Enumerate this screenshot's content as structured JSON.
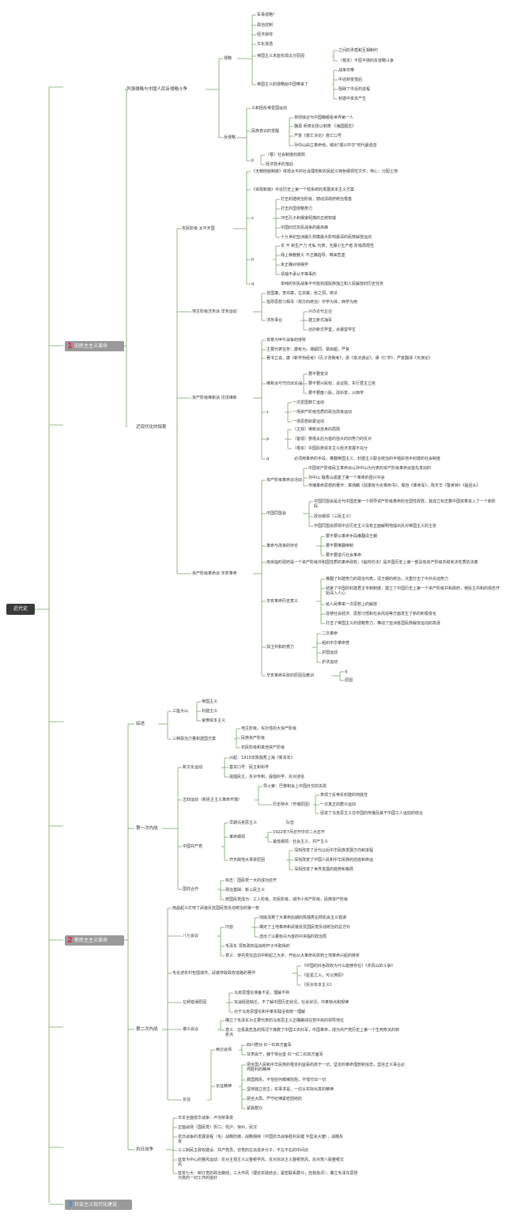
{
  "root": "近代史",
  "sections": [
    {
      "num": "1",
      "label": "旧民主主义革命"
    },
    {
      "num": "2",
      "label": "新民主主义革命"
    },
    {
      "num": "3",
      "label": "社会主义现代化建设"
    }
  ],
  "nodes": [
    {
      "id": "a1",
      "t": "列强侵略与中国人民反侵略斗争"
    },
    {
      "id": "a2",
      "t": "侵略"
    },
    {
      "id": "a3",
      "t": "军事侵略*"
    },
    {
      "id": "a4",
      "t": "政治控制"
    },
    {
      "id": "a5",
      "t": "经济掠夺"
    },
    {
      "id": "a6",
      "t": "文化渗透"
    },
    {
      "id": "a7",
      "t": "帝国主义未能实现瓜分原因"
    },
    {
      "id": "a8",
      "t": "之间的矛盾和互相制约"
    },
    {
      "id": "a9",
      "t": "（根本）不屈不挠的反侵略斗争"
    },
    {
      "id": "a10",
      "t": "帝国主义的侵略给中国带来了"
    },
    {
      "id": "a11",
      "t": "战争灾难"
    },
    {
      "id": "a12",
      "t": "中还转变落后"
    },
    {
      "id": "a13",
      "t": "阻碍了中近的进程"
    },
    {
      "id": "a14",
      "t": "刺激中资本产生"
    },
    {
      "id": "a15",
      "t": "反侵略"
    },
    {
      "id": "a16",
      "t": "义和团反帝爱国运动"
    },
    {
      "id": "a17",
      "t": "民族意识的觉醒"
    },
    {
      "id": "a18",
      "t": "林则徐近代中国睁眼看世界第一人"
    },
    {
      "id": "a19",
      "t": "魏源 师夷长技以制夷 《海国图志》"
    },
    {
      "id": "a20",
      "t": "严复《救亡决论》救亡口号"
    },
    {
      "id": "a21",
      "t": "孙中山由立革命他，喊出\"振兴中华\"时代最强音"
    },
    {
      "id": "a22",
      "t": "p"
    },
    {
      "id": "a23",
      "t": "（根）社会制度的腐败"
    },
    {
      "id": "a24",
      "t": "经济技术的落后"
    },
    {
      "id": "b1",
      "t": "近现代化的探索"
    },
    {
      "id": "b2",
      "t": "农民阶级 太平天国"
    },
    {
      "id": "b3",
      "t": "《天朝田亩制度》体现太平的社会理想和农民起义特色纲领性文件，特心：分配土地"
    },
    {
      "id": "b4",
      "t": "《资政新篇》中近历史上第一个较系统的发展资本主义方案"
    },
    {
      "id": "b5",
      "t": "z"
    },
    {
      "id": "b6",
      "t": "打击封建统治阶级，撼动清政府统治根基"
    },
    {
      "id": "b7",
      "t": "打击外国侵略势力"
    },
    {
      "id": "b8",
      "t": "冲击孔子和儒家经典的正统权威"
    },
    {
      "id": "b9",
      "t": "中国旧式农民战争的最高峰"
    },
    {
      "id": "b10",
      "t": "十九世纪亚洲最久规模最大影响最深的民族解放运动"
    },
    {
      "id": "b11",
      "t": "p"
    },
    {
      "id": "b12",
      "t": "农 不 新生产力 无私 代表，无服小生产者 阶级局限性"
    },
    {
      "id": "b13",
      "t": "拜上帝教教义 不正确指导，带来危害"
    },
    {
      "id": "b14",
      "t": "未正确对待儒学"
    },
    {
      "id": "b15",
      "t": "领袖不承认平等事的"
    },
    {
      "id": "b16",
      "t": "q"
    },
    {
      "id": "b17",
      "t": "单纯的农民战争不可能完成民族独立和人民解放的历史任务"
    },
    {
      "id": "b18",
      "t": "地主阶级洋务派 洋务运动"
    },
    {
      "id": "b19",
      "t": "曾国藩，李鸿章，左宗棠，张之洞，奕䜣"
    },
    {
      "id": "b20",
      "t": "指导思想习相寻（规分的统治）中学为体，西学为用"
    },
    {
      "id": "b21",
      "t": "洋务事业"
    },
    {
      "id": "b22",
      "t": "兴办近代企业"
    },
    {
      "id": "b23",
      "t": "建立新式海军"
    },
    {
      "id": "b24",
      "t": "创办新式学堂，派遣留学生"
    },
    {
      "id": "b25",
      "t": "资产阶级维新派 戊戌维新"
    },
    {
      "id": "b26",
      "t": "背景为甲午战争的惨败"
    },
    {
      "id": "b27",
      "t": "主要代表任务：康有为，谭嗣同，梁启超，严复"
    },
    {
      "id": "b28",
      "t": "著书立说，康《新学伪经考》《孔子改制考》，梁《变法通议》，谭《仁学》，严复翻译《天演论》"
    },
    {
      "id": "b29",
      "t": "维新派与守旧派论战"
    },
    {
      "id": "b30",
      "t": "要不要变法"
    },
    {
      "id": "b31",
      "t": "要不要兴民权，设议院，实行君主立宪"
    },
    {
      "id": "b32",
      "t": "要不要废八股，改科举，兴西学"
    },
    {
      "id": "b33",
      "t": "z"
    },
    {
      "id": "b34",
      "t": "一次爱国救亡运动"
    },
    {
      "id": "b35",
      "t": "一场资产阶级性质的政治改良运动"
    },
    {
      "id": "b36",
      "t": "一场思想启蒙运动"
    },
    {
      "id": "b37",
      "t": "p"
    },
    {
      "id": "b38",
      "t": "（主观）维新派自身的局限"
    },
    {
      "id": "b39",
      "t": "（客观）慈禧太后为首的强大的旧势力的反对"
    },
    {
      "id": "b40",
      "t": "（根本）中国民族资本主义经济发展不充分"
    },
    {
      "id": "b41",
      "t": "q"
    },
    {
      "id": "b42",
      "t": "必须用革命的手段，推翻帝国主义、封建主义联合统治的半殖民地半封建的社会制度"
    },
    {
      "id": "b43",
      "t": "资产阶级革命派 辛亥革命"
    },
    {
      "id": "b44",
      "t": "资产阶级革命派活动"
    },
    {
      "id": "b45",
      "t": "中国资产阶级民主革命派以孙中山为代表的资产阶级革命派首先发动的"
    },
    {
      "id": "b46",
      "t": "孙中山 檀香山成建了第一个革命的团兴中会"
    },
    {
      "id": "b47",
      "t": "传播革命思想的著作：章炳麟《驳康有为论革命书》，邹容《革命军》，陈天华《警世钟》《猛回头》"
    },
    {
      "id": "b48",
      "t": "中国同盟会"
    },
    {
      "id": "b49",
      "t": "中国同盟会是近代中国史第一个领导资产阶级革命的全国性政党，其成立标志着中国资革进入了一个新阶段"
    },
    {
      "id": "b50",
      "t": "政治纲领（三民主义）"
    },
    {
      "id": "b51",
      "t": "中国同盟会颁领中近历史主义没有正面解明地提出反对帝国主义的主张"
    },
    {
      "id": "b52",
      "t": "革命与改良的辩论"
    },
    {
      "id": "b53",
      "t": "要不要以革命手段推翻清王朝"
    },
    {
      "id": "b54",
      "t": "要不要推翻帝制"
    },
    {
      "id": "b55",
      "t": "要不要进行社会革命"
    },
    {
      "id": "b56",
      "t": "南京临时政府是一个资产阶级共和国性质的革命政权，《临时约法》是中国历史上第一部具有资产阶级共和宪法性质的法典"
    },
    {
      "id": "b57",
      "t": "辛亥革命历史意义"
    },
    {
      "id": "b58",
      "t": "推翻了封建势力的政治代表，清王朝的统治，沉重打击了中外反动势力"
    },
    {
      "id": "b59",
      "t": "结束了中国的封建君主专制制度，建立了中国历史上第一个资产阶级共和政府，使民主共和的观念开始深入人心"
    },
    {
      "id": "b60",
      "t": "给人民带来一次思想上的解放"
    },
    {
      "id": "b61",
      "t": "促使社会经济、思想习惯和社会风俗等方面发生了新的积极变化"
    },
    {
      "id": "b62",
      "t": "打击了帝国主义的侵略势力，推动了亚洲各国民族解放运动的高涨"
    },
    {
      "id": "b63",
      "t": "捍卫共和的努力"
    },
    {
      "id": "b64",
      "t": "二次革命"
    },
    {
      "id": "b65",
      "t": "组织中华革命党"
    },
    {
      "id": "b66",
      "t": "护国运动"
    },
    {
      "id": "b67",
      "t": "护法运动"
    },
    {
      "id": "b68",
      "t": "辛亥革命失败的原因及教训"
    },
    {
      "id": "b69",
      "t": "q"
    },
    {
      "id": "b70",
      "t": "原因"
    },
    {
      "id": "c1",
      "t": "综述"
    },
    {
      "id": "c2",
      "t": "三座大山"
    },
    {
      "id": "c3",
      "t": "帝国主义"
    },
    {
      "id": "c4",
      "t": "封建主义"
    },
    {
      "id": "c5",
      "t": "官僚资本主义"
    },
    {
      "id": "c6",
      "t": "三种政治力量和建国方案"
    },
    {
      "id": "c7",
      "t": "地主阶级，买办性的大资产阶级"
    },
    {
      "id": "c8",
      "t": "民族资产阶级"
    },
    {
      "id": "c9",
      "t": "农民阶级和其他资产阶级"
    },
    {
      "id": "c10",
      "t": "第一次内战"
    },
    {
      "id": "c11",
      "t": "新文化运动"
    },
    {
      "id": "c12",
      "t": "兴起：1915年陈独秀上海《新青年》"
    },
    {
      "id": "c13",
      "t": "基本口号：民主和科学"
    },
    {
      "id": "c14",
      "t": "提倡民主，反对专制，提倡科学，反对迷信"
    },
    {
      "id": "c15",
      "t": "五四运动（新民主主义革命开端）"
    },
    {
      "id": "c16",
      "t": "导火索：巴黎和会上中国外交的失败"
    },
    {
      "id": "c17",
      "t": "历史特点（开端原因）"
    },
    {
      "id": "c18",
      "t": "表现了反帝反封建的彻底性"
    },
    {
      "id": "c19",
      "t": "一次真正的群众运动"
    },
    {
      "id": "c20",
      "t": "促进了马克思主义在中国的传播及其于中国工人运动的结合"
    },
    {
      "id": "c21",
      "t": "中国共产党"
    },
    {
      "id": "c22",
      "t": "早期马克思主义"
    },
    {
      "id": "c23",
      "t": "队伍"
    },
    {
      "id": "c24",
      "t": "革命纲领"
    },
    {
      "id": "c25",
      "t": "1922年7月召开中共二大召开"
    },
    {
      "id": "c26",
      "t": "最低纲领：社会主义、共产主义"
    },
    {
      "id": "c27",
      "t": "开天辟地大事变原因"
    },
    {
      "id": "c28",
      "t": "深刻改变了近代以后中华民族发展方向和进程"
    },
    {
      "id": "c29",
      "t": "深刻改变了中国人民和中华民族的前途和命运"
    },
    {
      "id": "c30",
      "t": "深刻改变了世界发展的趋势和格局"
    },
    {
      "id": "c31",
      "t": "国共合作"
    },
    {
      "id": "c32",
      "t": "标志：国民党一大的成功召开"
    },
    {
      "id": "c33",
      "t": "政治基础：新三民主义"
    },
    {
      "id": "c34",
      "t": "统国民党成为：工人阶级，农民阶级，城市小资产阶级，民族资产阶级"
    },
    {
      "id": "c35",
      "t": "第二次内战"
    },
    {
      "id": "c36",
      "t": "南昌起义打响了武装反抗国民党反动统治的第一枪"
    },
    {
      "id": "c37",
      "t": "八七会议"
    },
    {
      "id": "c38",
      "t": "内容"
    },
    {
      "id": "c39",
      "t": "彻底清算了大革命后期的陈独秀右倾机会主义错误"
    },
    {
      "id": "c40",
      "t": "确定了土地革命和武装反抗国民党反动统治的总方针"
    },
    {
      "id": "c41",
      "t": "选出了以瞿秋白为首的中央临时政治局"
    },
    {
      "id": "c42",
      "t": "毛泽东 须知政权是由枪杆子中取得的"
    },
    {
      "id": "c43",
      "t": "意义：使共党在血泊中新起之大步，开始从大革命失败到土地革命兴起的转折"
    },
    {
      "id": "c44",
      "t": "毛论述农村包围城市，武装夺取政权道路的著作"
    },
    {
      "id": "c45",
      "t": "《中国的红色政权为什么能够存在》《井冈山的斗争》"
    },
    {
      "id": "c46",
      "t": "《星星之火，可以燎原》"
    },
    {
      "id": "c47",
      "t": "《反对本本主义》"
    },
    {
      "id": "c48",
      "t": "左倾错误原因"
    },
    {
      "id": "c49",
      "t": "马克思理论准备不足，理解不熟"
    },
    {
      "id": "c50",
      "t": "实战经验缺乏，不了解中国历史状况，社会状况，中革特点和规律"
    },
    {
      "id": "c51",
      "t": "对于马克思理论和中革实践没有统一理解"
    },
    {
      "id": "c52",
      "t": "遵义会议"
    },
    {
      "id": "c53",
      "t": "确立了毛泽东为主要代表的马克思主义正确路线在党中央的领导地位"
    },
    {
      "id": "c54",
      "t": "意义：在极其危急的情况下挽救了中国工农红军，中国革命，成为共产党历史上第一个生死攸关的转折点"
    },
    {
      "id": "c55",
      "t": "长征"
    },
    {
      "id": "c56",
      "t": "两次会师"
    },
    {
      "id": "c57",
      "t": "四川懋功 红一红四方面军"
    },
    {
      "id": "c58",
      "t": "甘肃会宁，静宁将台堡 红一红二红四方面军"
    },
    {
      "id": "c59",
      "t": "长征精神"
    },
    {
      "id": "c60",
      "t": "把全国人民和中华民族的根本利益看的高于一切，坚定的革命理想和信念，坚信正义事业必然胜利的精神"
    },
    {
      "id": "c61",
      "t": "救国救民，不怕任何艰难险阻，不惜付出一切"
    },
    {
      "id": "c62",
      "t": "坚持独立自主，实事求是，一切从实际出发的精神"
    },
    {
      "id": "c63",
      "t": "顾全大局，严守纪律紧密团结的"
    },
    {
      "id": "c64",
      "t": "紧靠群众"
    },
    {
      "id": "c65",
      "t": "抗日战争"
    },
    {
      "id": "c66",
      "t": "日本全面侵华战争：卢沟桥事变"
    },
    {
      "id": "c67",
      "t": "正面战场（国民党）忻口，淞沪，徐州，武汉"
    },
    {
      "id": "c68",
      "t": "抗日战争的发展进程（毛）战略防御，战略相持（中国抗日战争胜利关键 平型关大捷），战略反攻"
    },
    {
      "id": "c69",
      "t": "三三制民主政权建设：共产党员，非党的左派进步分子，不左不右的中间派"
    },
    {
      "id": "c70",
      "t": "延安为中心的整风运动：反对主观主义以整顿学风，反对宗派主义整顿党风，反对党八股整顿文风"
    },
    {
      "id": "c71",
      "t": "延安七大：制订党的政治路线；三大作风（理论实践结合；紧密联系群众；自我批评）；确立毛泽东思想为党的一切工作的指针"
    }
  ]
}
